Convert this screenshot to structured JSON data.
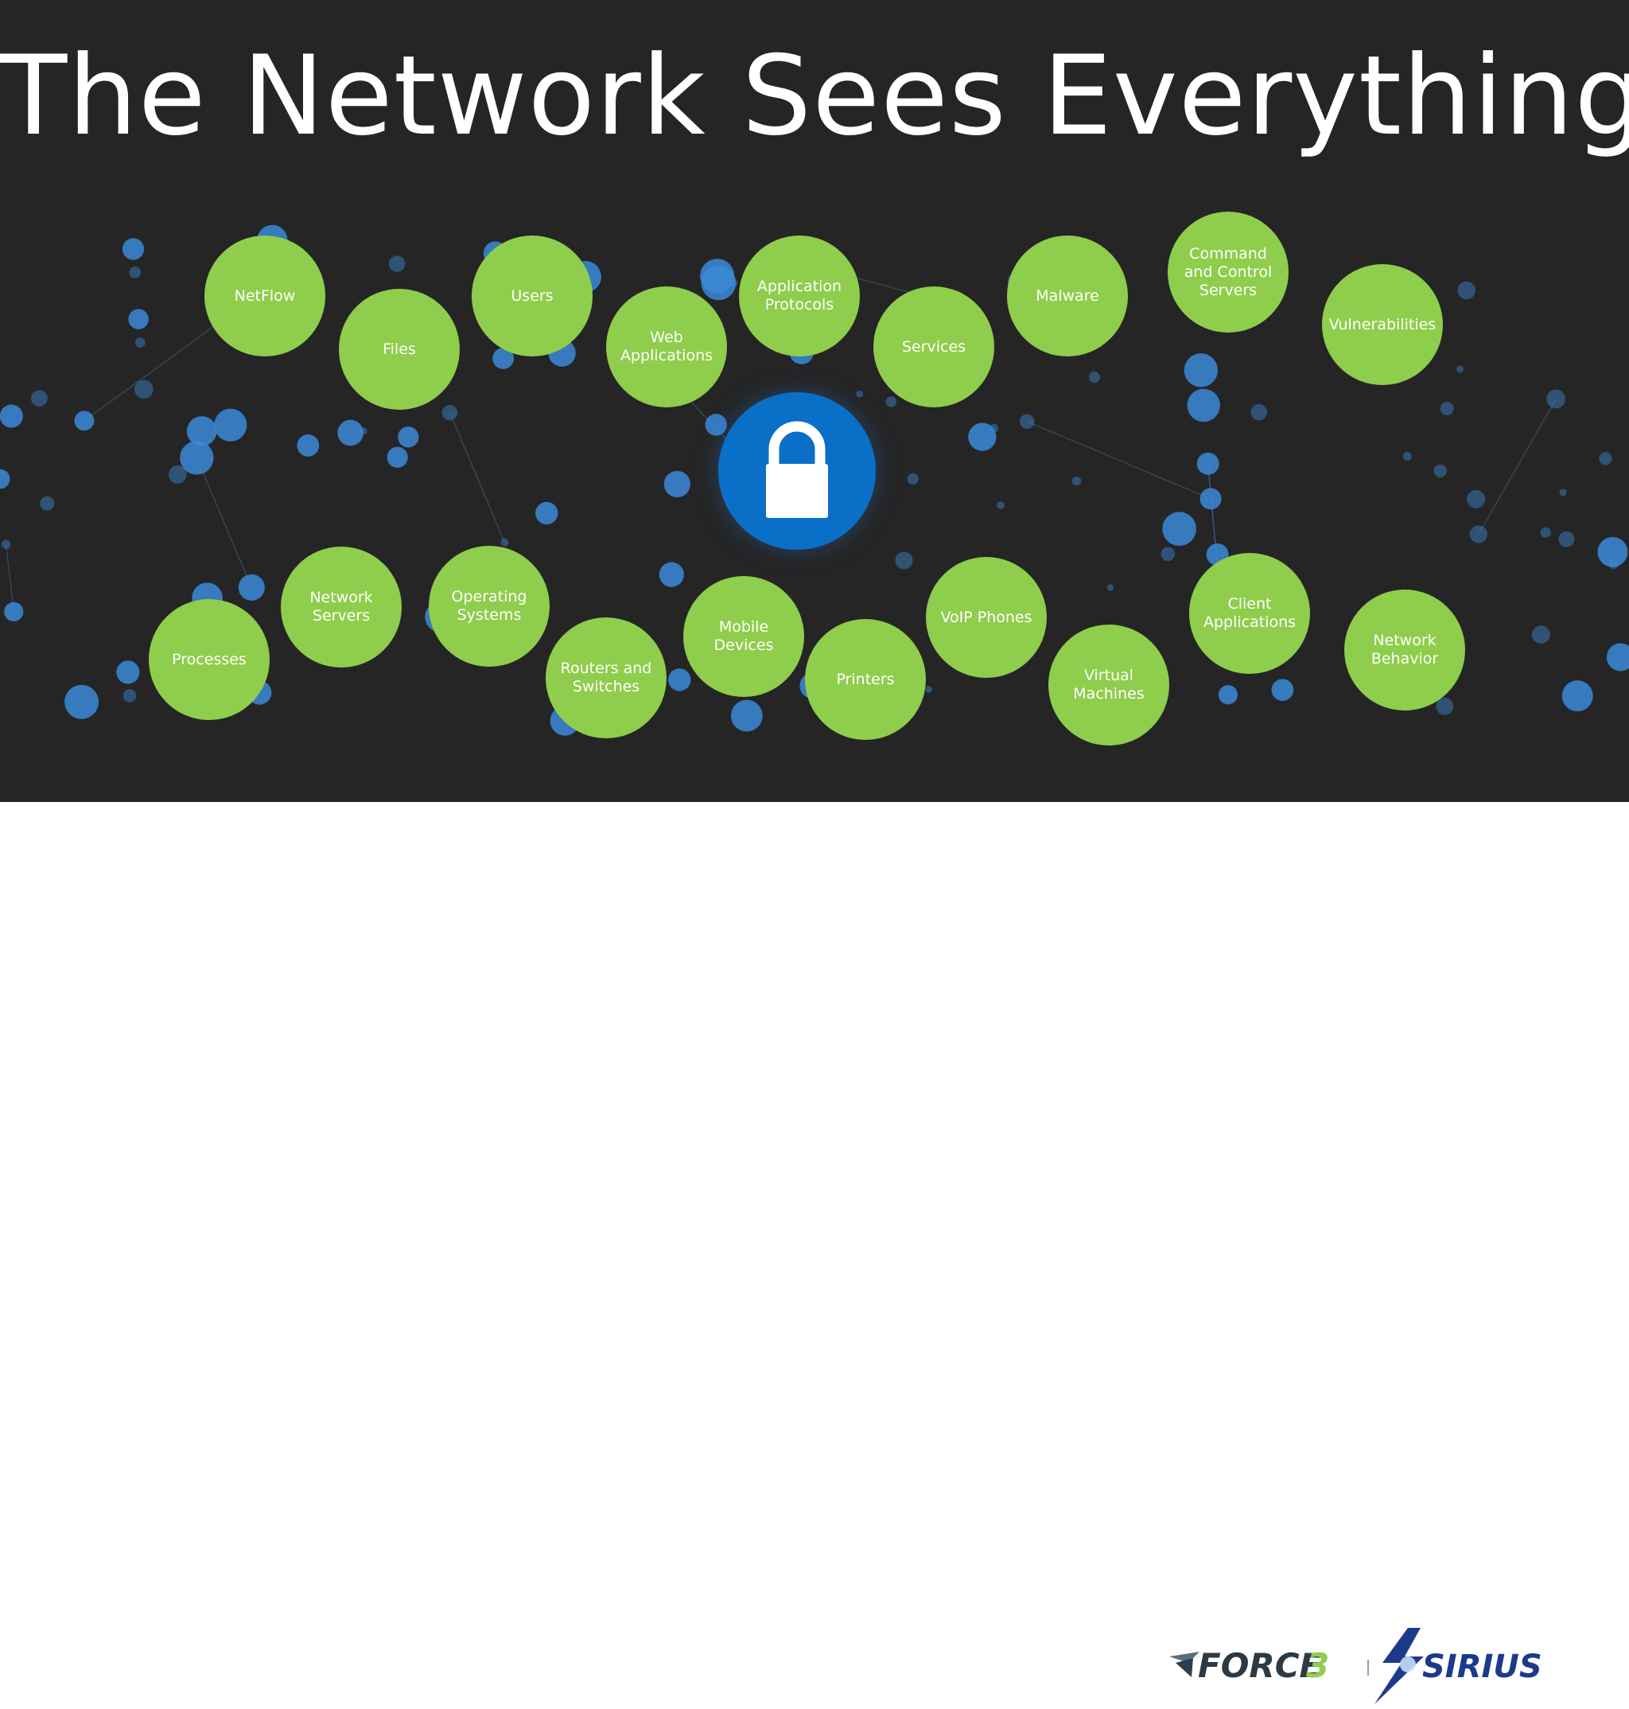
{
  "slide": {
    "title": "The Network Sees Everything"
  },
  "center_icon": "lock-icon",
  "colors": {
    "background": "#252525",
    "node_green": "#8fcd4c",
    "lock_blue": "#0a6fc7",
    "network_blue": "#3b8ad8"
  },
  "nodes": [
    "NetFlow",
    "Files",
    "Users",
    "Web Applications",
    "Application Protocols",
    "Services",
    "Malware",
    "Command and Control Servers",
    "Vulnerabilities",
    "Processes",
    "Network Servers",
    "Operating Systems",
    "Routers and Switches",
    "Mobile Devices",
    "Printers",
    "VoIP Phones",
    "Virtual Machines",
    "Client Applications",
    "Network Behavior"
  ],
  "logos": {
    "force3": "FORCE3",
    "sirius": "SIRIUS"
  }
}
